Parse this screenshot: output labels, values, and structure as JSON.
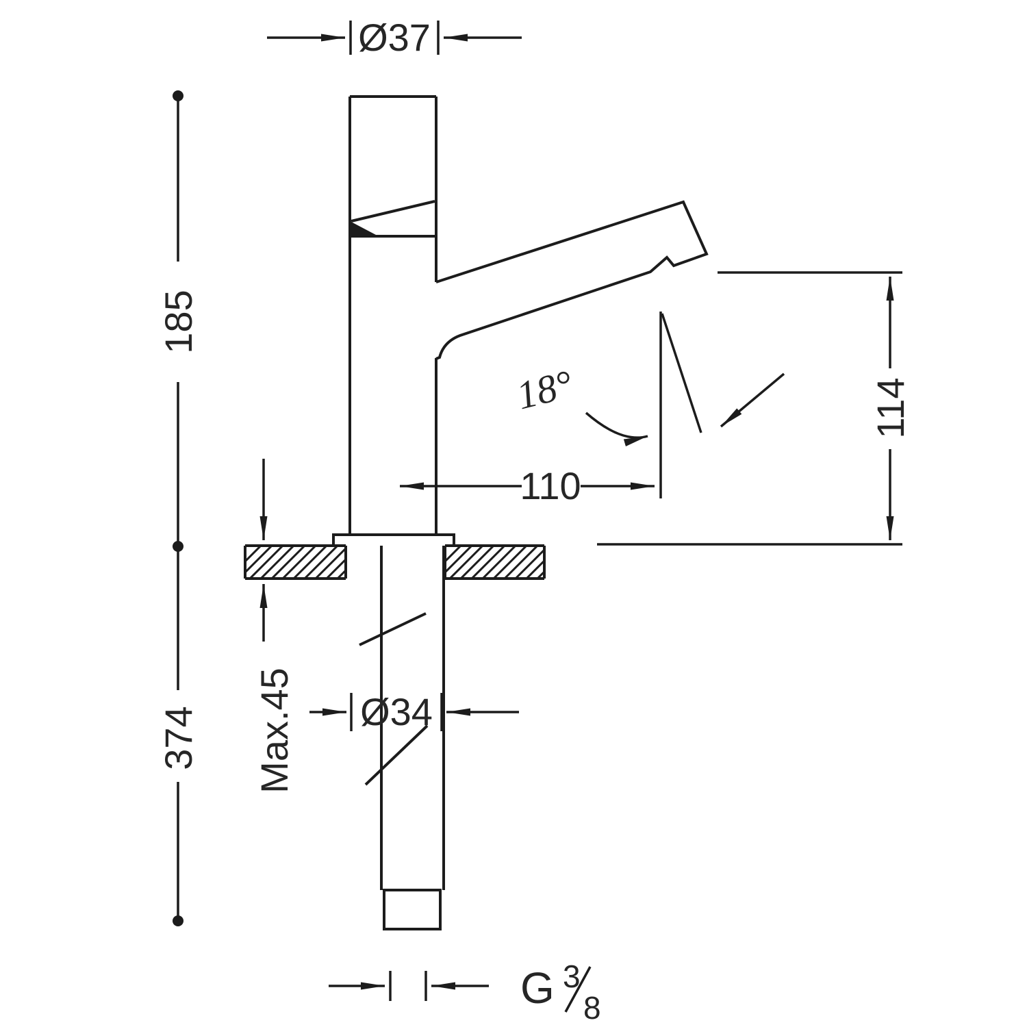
{
  "drawing": {
    "type": "faucet-installation-dimension-diagram",
    "labels": {
      "top_diameter": "Ø37",
      "upper_height": "185",
      "total_height": "374",
      "spout_height": "114",
      "spout_reach": "110",
      "spout_angle": "18°",
      "max_mounting_thickness": "Max.45",
      "hole_diameter": "Ø34",
      "thread_prefix": "G",
      "thread_numerator": "3",
      "thread_denominator": "8"
    },
    "colors": {
      "line": "#1c1c1c",
      "text": "#262626",
      "background": "#ffffff"
    }
  }
}
